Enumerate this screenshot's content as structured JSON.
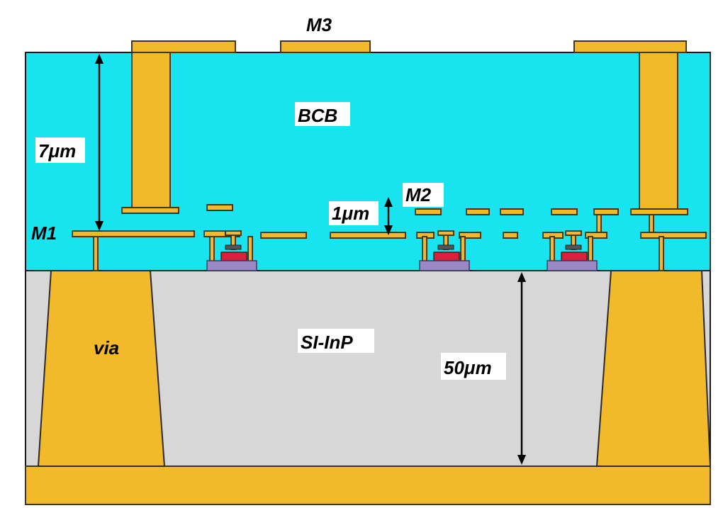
{
  "labels": {
    "m3": "M3",
    "bcb": "BCB",
    "thick_7": "7μm",
    "m2": "M2",
    "thick_1": "1μm",
    "m1": "M1",
    "via": "via",
    "substrate": "SI-InP",
    "thick_50": "50μm"
  },
  "colors": {
    "bcb": "#17e4ef",
    "substrate": "#d7d7d7",
    "metal": "#f2b92a",
    "device_red": "#d9213b",
    "device_base": "#9a88c7"
  }
}
